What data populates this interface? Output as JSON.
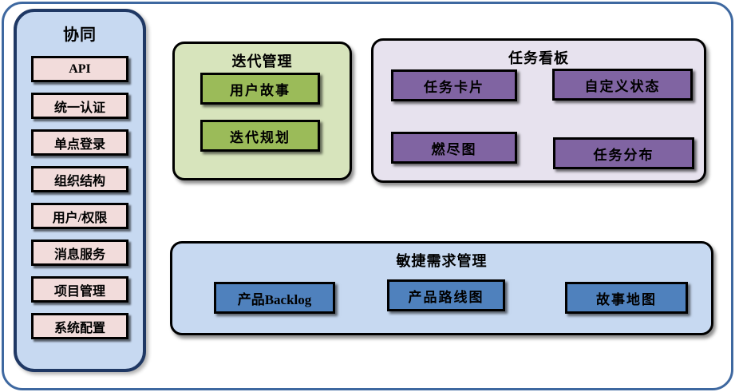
{
  "sidebar": {
    "title": "协同",
    "items": [
      "API",
      "统一认证",
      "单点登录",
      "组织结构",
      "用户/权限",
      "消息服务",
      "项目管理",
      "系统配置"
    ]
  },
  "groups": {
    "iteration": {
      "title": "迭代管理",
      "items": [
        "用户故事",
        "迭代规划"
      ]
    },
    "kanban": {
      "title": "任务看板",
      "items": [
        "任务卡片",
        "自定义状态",
        "燃尽图",
        "任务分布"
      ]
    },
    "agile": {
      "title": "敏捷需求管理",
      "items": [
        "产品Backlog",
        "产品路线图",
        "故事地图"
      ]
    }
  },
  "colors": {
    "outer_border": "#3e68a0",
    "sidebar_fill": "#c7d9f1",
    "sidebar_border": "#1f3864",
    "sidebar_item_fill": "#f2dcdb",
    "iteration_fill": "#d7e4bc",
    "iteration_item_fill": "#9bbb59",
    "kanban_fill": "#e7e2ee",
    "kanban_item_fill": "#8064a2",
    "agile_fill": "#c7d9f1",
    "agile_item_fill": "#4f81bd",
    "item_border": "#000000"
  }
}
